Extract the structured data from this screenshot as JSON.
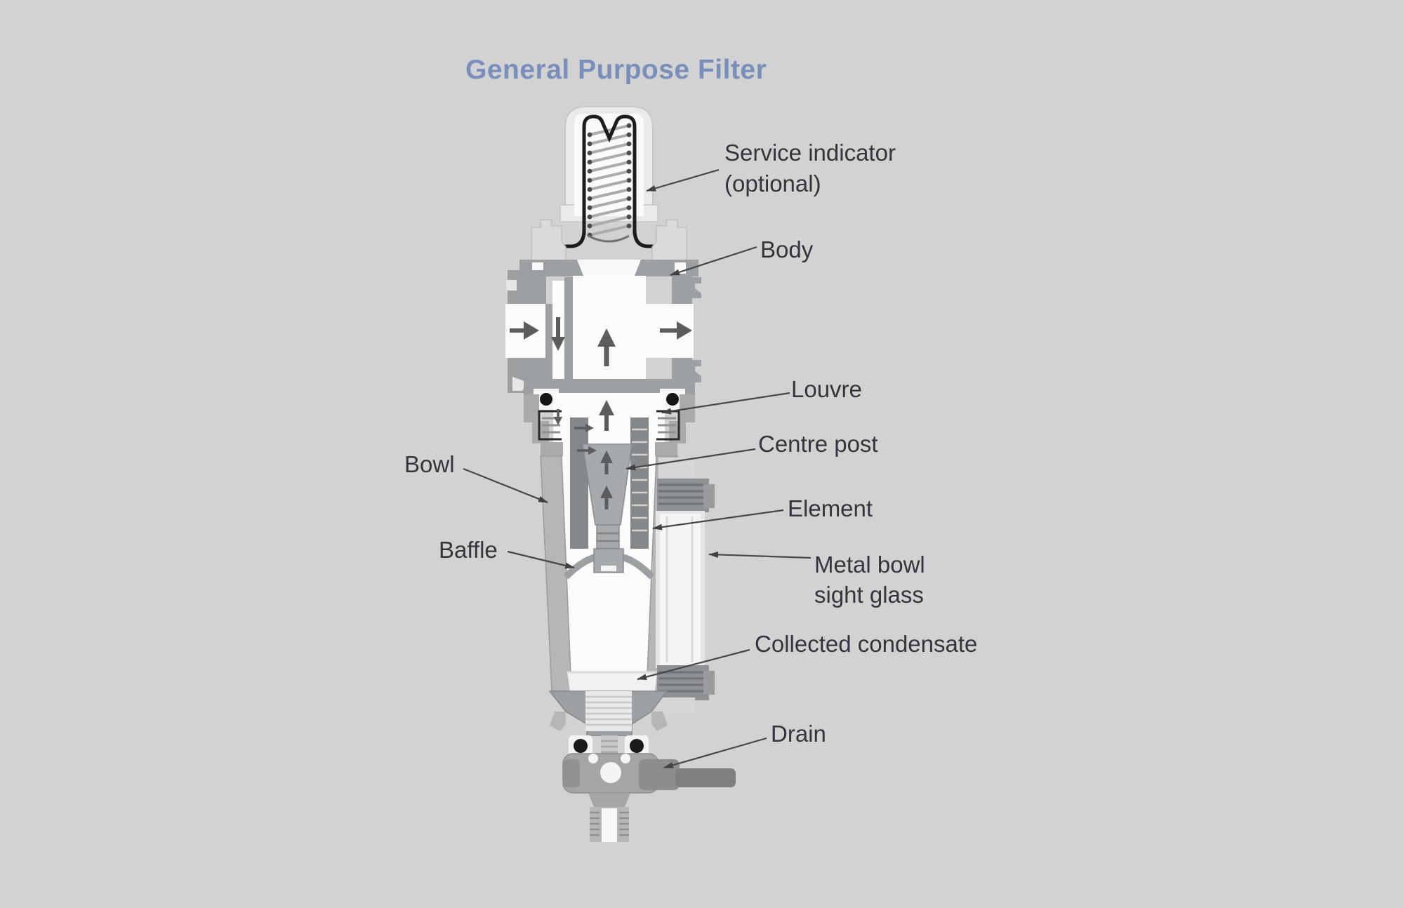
{
  "title": "General Purpose Filter",
  "labels": {
    "service_indicator_line1": "Service indicator",
    "service_indicator_line2": "(optional)",
    "body": "Body",
    "louvre": "Louvre",
    "centre_post": "Centre post",
    "element": "Element",
    "sight_glass_line1": "Metal bowl",
    "sight_glass_line2": "sight glass",
    "collected_condensate": "Collected condensate",
    "drain": "Drain",
    "bowl": "Bowl",
    "baffle": "Baffle"
  },
  "colors": {
    "background": "#d2d2d2",
    "title_text": "#7a8ebc",
    "label_text": "#34343c",
    "metal_gray": "#9ca0a2",
    "light_metal": "#b4b6b8",
    "cutaway_white": "#fafbfb",
    "outline_black": "#1c1c1c",
    "flow_arrow": "#5a5c5e",
    "leader_line": "#45474a"
  }
}
